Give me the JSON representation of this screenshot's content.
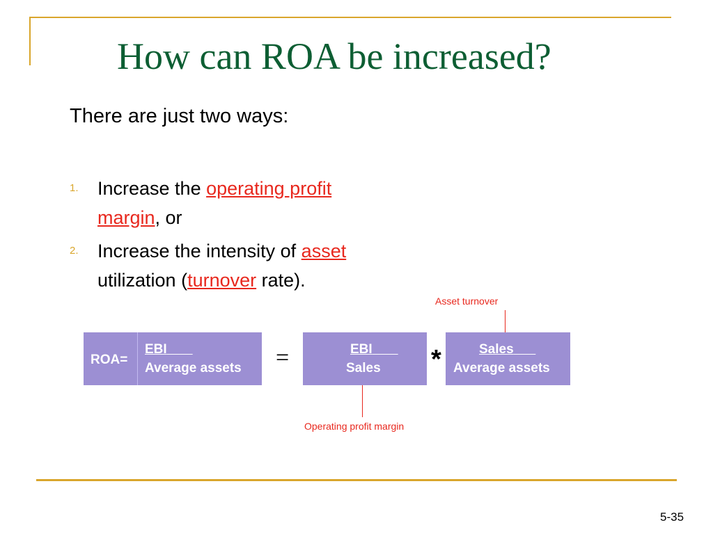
{
  "slide": {
    "title": "How can ROA be increased?",
    "intro": "There are just two ways:",
    "items": [
      {
        "number": "1.",
        "parts": [
          "Increase the ",
          "operating profit margin",
          ", or"
        ]
      },
      {
        "number": "2.",
        "parts": [
          "Increase the intensity of ",
          "asset",
          " utilization (",
          "turnover",
          " rate)."
        ]
      }
    ],
    "formula": {
      "roa_label": "ROA=",
      "roa_numerator": "EBI",
      "roa_denominator": "Average assets",
      "equals": "=",
      "margin_numerator": "EBI",
      "margin_denominator": "Sales",
      "multiply": "*",
      "turnover_numerator": "Sales",
      "turnover_denominator": "Average assets"
    },
    "annotations": {
      "asset_turnover": "Asset turnover",
      "operating_profit_margin": "Operating profit margin"
    },
    "page_number": "5-35"
  },
  "colors": {
    "title": "#0D5E33",
    "accent_rule": "#D9A62C",
    "highlight": "#E8281E",
    "box_fill": "#9C8FD3"
  }
}
